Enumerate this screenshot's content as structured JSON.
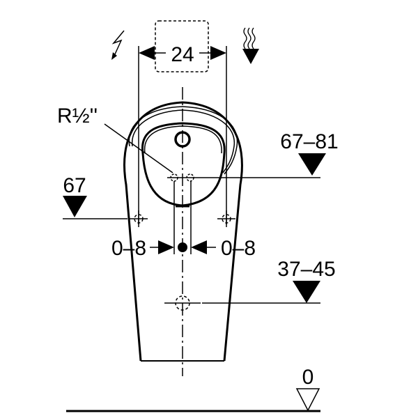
{
  "drawing": {
    "width_dimension": "24",
    "thread_label": "R½''",
    "inlet_height": "67–81",
    "fixing_height": "67",
    "offset_left": "0–8",
    "offset_right": "0–8",
    "outlet_height": "37–45",
    "floor_level": "0",
    "icons": [
      "electric-supply-icon",
      "water-supply-icon"
    ],
    "line_color": "#000000"
  }
}
